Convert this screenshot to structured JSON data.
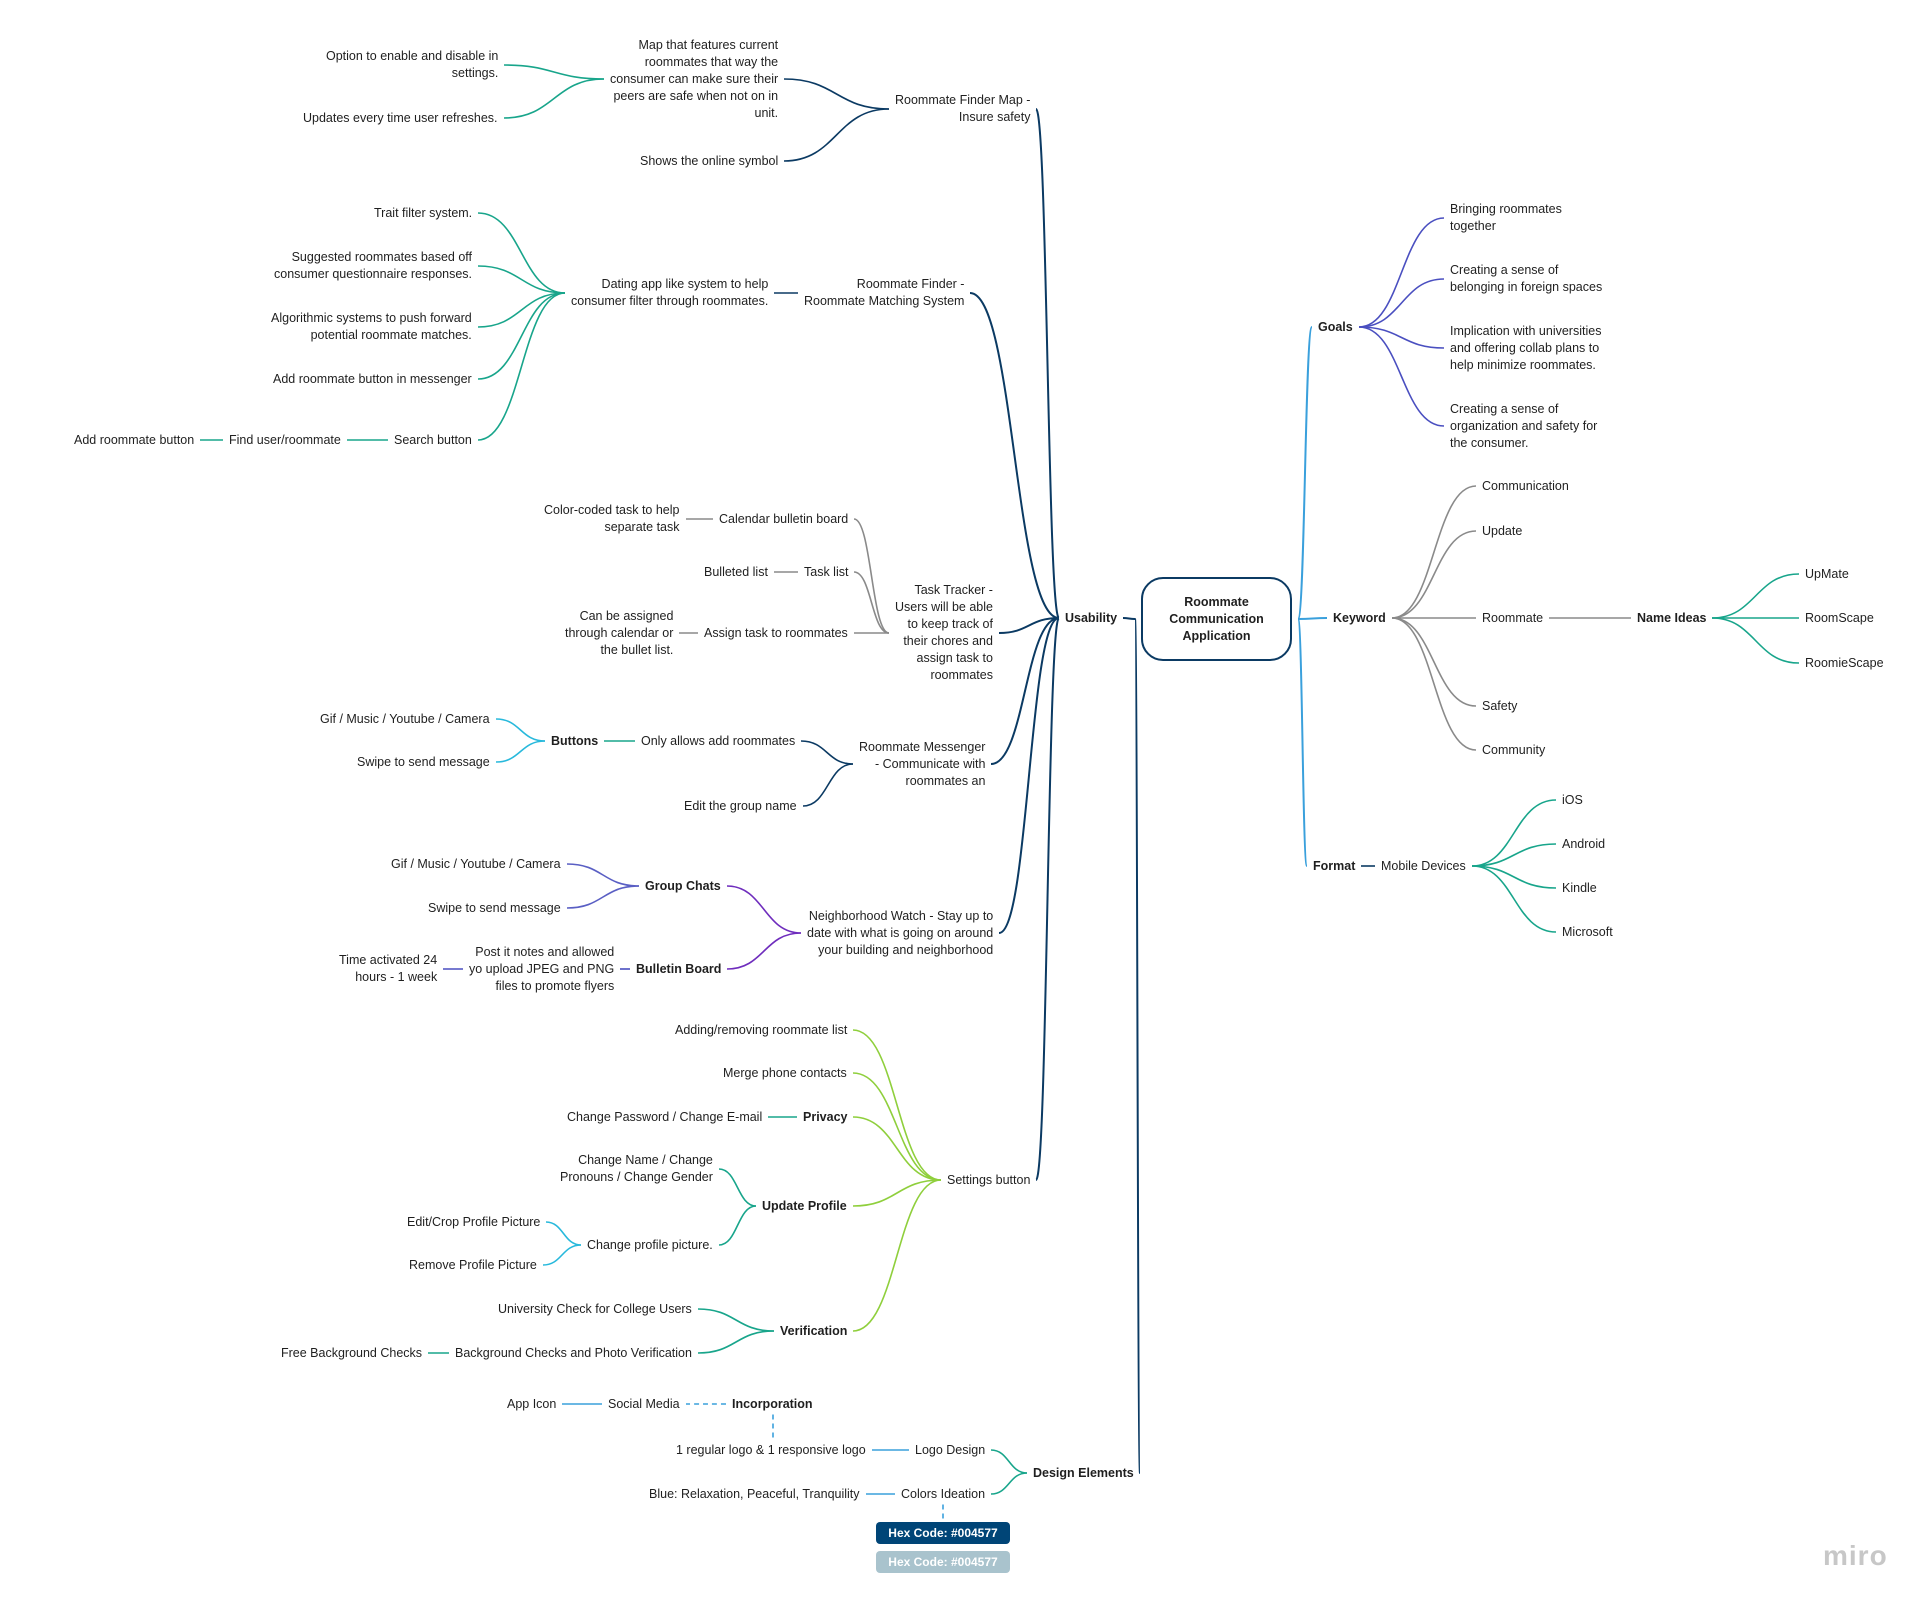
{
  "diagram": {
    "root": {
      "id": "root",
      "label": "Roommate\nCommunication\nApplication"
    },
    "nodes": [
      {
        "id": "usability",
        "label": "Usability",
        "bold": true
      },
      {
        "id": "rfm",
        "label": "Roommate Finder Map -\nInsure safety"
      },
      {
        "id": "rfm_map",
        "label": "Map that features current\nroommates that way the\nconsumer can make sure their\npeers are safe when not on in\nunit."
      },
      {
        "id": "rfm_opt",
        "label": "Option to enable and disable in\nsettings."
      },
      {
        "id": "rfm_upd",
        "label": "Updates every time user refreshes."
      },
      {
        "id": "rfm_online",
        "label": "Shows the online symbol"
      },
      {
        "id": "rfs",
        "label": "Roommate Finder -\nRoommate Matching System"
      },
      {
        "id": "rfs_dating",
        "label": "Dating app like system to help\nconsumer filter through roommates."
      },
      {
        "id": "rfs_trait",
        "label": "Trait filter system."
      },
      {
        "id": "rfs_sugg",
        "label": "Suggested roommates based off\nconsumer questionnaire responses."
      },
      {
        "id": "rfs_algo",
        "label": "Algorithmic systems to push forward\npotential roommate matches."
      },
      {
        "id": "rfs_addmsg",
        "label": "Add roommate button in messenger"
      },
      {
        "id": "rfs_search",
        "label": "Search button"
      },
      {
        "id": "rfs_find",
        "label": "Find user/roommate"
      },
      {
        "id": "rfs_addbtn",
        "label": "Add roommate button"
      },
      {
        "id": "tt",
        "label": "Task Tracker -\nUsers will be able\nto keep track of\ntheir chores and\nassign task to\nroommates"
      },
      {
        "id": "tt_cal",
        "label": "Calendar bulletin board"
      },
      {
        "id": "tt_color",
        "label": "Color-coded task to help\nseparate task"
      },
      {
        "id": "tt_list",
        "label": "Task list"
      },
      {
        "id": "tt_bullet",
        "label": "Bulleted list"
      },
      {
        "id": "tt_assign",
        "label": "Assign task to roommates"
      },
      {
        "id": "tt_can",
        "label": "Can be assigned\nthrough calendar or\nthe bullet list."
      },
      {
        "id": "rm",
        "label": "Roommate Messenger\n- Communicate with\nroommates an"
      },
      {
        "id": "rm_only",
        "label": "Only allows add roommates"
      },
      {
        "id": "rm_buttons",
        "label": "Buttons",
        "bold": true
      },
      {
        "id": "rm_gif",
        "label": "Gif / Music / Youtube / Camera"
      },
      {
        "id": "rm_swipe",
        "label": "Swipe to send message"
      },
      {
        "id": "rm_edit",
        "label": "Edit the group name"
      },
      {
        "id": "nw",
        "label": "Neighborhood Watch - Stay up to\ndate with what is going on around\nyour building and neighborhood"
      },
      {
        "id": "nw_gc",
        "label": "Group Chats",
        "bold": true
      },
      {
        "id": "nw_gif",
        "label": "Gif / Music / Youtube / Camera"
      },
      {
        "id": "nw_swipe",
        "label": "Swipe to send message"
      },
      {
        "id": "nw_bb",
        "label": "Bulletin Board",
        "bold": true
      },
      {
        "id": "nw_post",
        "label": "Post it notes and allowed\nyo upload JPEG and PNG\nfiles to promote flyers"
      },
      {
        "id": "nw_time",
        "label": "Time activated 24\nhours - 1 week"
      },
      {
        "id": "sb",
        "label": "Settings button"
      },
      {
        "id": "sb_add",
        "label": "Adding/removing roommate list"
      },
      {
        "id": "sb_merge",
        "label": "Merge phone contacts"
      },
      {
        "id": "sb_priv",
        "label": "Privacy",
        "bold": true
      },
      {
        "id": "sb_pass",
        "label": "Change Password / Change E-mail"
      },
      {
        "id": "sb_up",
        "label": "Update Profile",
        "bold": true
      },
      {
        "id": "sb_name",
        "label": "Change Name / Change\nPronouns / Change Gender"
      },
      {
        "id": "sb_pic",
        "label": "Change profile picture."
      },
      {
        "id": "sb_edit",
        "label": "Edit/Crop Profile Picture"
      },
      {
        "id": "sb_remove",
        "label": "Remove Profile Picture"
      },
      {
        "id": "sb_ver",
        "label": "Verification",
        "bold": true
      },
      {
        "id": "sb_univ",
        "label": "University Check for College Users"
      },
      {
        "id": "sb_bg",
        "label": "Background Checks and Photo Verification"
      },
      {
        "id": "sb_free",
        "label": "Free Background Checks"
      },
      {
        "id": "de",
        "label": "Design Elements",
        "bold": true
      },
      {
        "id": "de_logo",
        "label": "Logo Design"
      },
      {
        "id": "de_logos",
        "label": "1 regular logo & 1 responsive logo"
      },
      {
        "id": "de_colors",
        "label": "Colors Ideation"
      },
      {
        "id": "de_blue",
        "label": "Blue: Relaxation, Peaceful, Tranquility"
      },
      {
        "id": "de_inc",
        "label": "Incorporation",
        "bold": true
      },
      {
        "id": "de_social",
        "label": "Social Media"
      },
      {
        "id": "de_icon",
        "label": "App Icon"
      },
      {
        "id": "goals",
        "label": "Goals",
        "bold": true
      },
      {
        "id": "g1",
        "label": "Bringing roommates\ntogether"
      },
      {
        "id": "g2",
        "label": "Creating a sense of\nbelonging in foreign spaces"
      },
      {
        "id": "g3",
        "label": "Implication with universities\nand offering collab plans to\nhelp minimize roommates."
      },
      {
        "id": "g4",
        "label": "Creating a sense of\norganization and safety for\nthe consumer."
      },
      {
        "id": "kw",
        "label": "Keyword",
        "bold": true
      },
      {
        "id": "k1",
        "label": "Communication"
      },
      {
        "id": "k2",
        "label": "Update"
      },
      {
        "id": "k3",
        "label": "Roommate"
      },
      {
        "id": "k4",
        "label": "Safety"
      },
      {
        "id": "k5",
        "label": "Community"
      },
      {
        "id": "ni",
        "label": "Name Ideas",
        "bold": true
      },
      {
        "id": "n1",
        "label": "UpMate"
      },
      {
        "id": "n2",
        "label": "RoomScape"
      },
      {
        "id": "n3",
        "label": "RoomieScape"
      },
      {
        "id": "fmt",
        "label": "Format",
        "bold": true
      },
      {
        "id": "fmt_mobile",
        "label": "Mobile Devices"
      },
      {
        "id": "f1",
        "label": "iOS"
      },
      {
        "id": "f2",
        "label": "Android"
      },
      {
        "id": "f3",
        "label": "Kindle"
      },
      {
        "id": "f4",
        "label": "Microsoft"
      }
    ],
    "edges": [
      [
        "root",
        "usability"
      ],
      [
        "root",
        "de"
      ],
      [
        "root",
        "goals"
      ],
      [
        "root",
        "kw"
      ],
      [
        "root",
        "fmt"
      ],
      [
        "usability",
        "rfm"
      ],
      [
        "usability",
        "rfs"
      ],
      [
        "usability",
        "tt"
      ],
      [
        "usability",
        "rm"
      ],
      [
        "usability",
        "nw"
      ],
      [
        "usability",
        "sb"
      ],
      [
        "rfm",
        "rfm_map"
      ],
      [
        "rfm",
        "rfm_online"
      ],
      [
        "rfm_map",
        "rfm_opt"
      ],
      [
        "rfm_map",
        "rfm_upd"
      ],
      [
        "rfs",
        "rfs_dating"
      ],
      [
        "rfs_dating",
        "rfs_trait"
      ],
      [
        "rfs_dating",
        "rfs_sugg"
      ],
      [
        "rfs_dating",
        "rfs_algo"
      ],
      [
        "rfs_dating",
        "rfs_addmsg"
      ],
      [
        "rfs_dating",
        "rfs_search"
      ],
      [
        "rfs_search",
        "rfs_find"
      ],
      [
        "rfs_find",
        "rfs_addbtn"
      ],
      [
        "tt",
        "tt_cal"
      ],
      [
        "tt",
        "tt_list"
      ],
      [
        "tt",
        "tt_assign"
      ],
      [
        "tt_cal",
        "tt_color"
      ],
      [
        "tt_list",
        "tt_bullet"
      ],
      [
        "tt_assign",
        "tt_can"
      ],
      [
        "rm",
        "rm_only"
      ],
      [
        "rm",
        "rm_edit"
      ],
      [
        "rm_only",
        "rm_buttons"
      ],
      [
        "rm_buttons",
        "rm_gif"
      ],
      [
        "rm_buttons",
        "rm_swipe"
      ],
      [
        "nw",
        "nw_gc"
      ],
      [
        "nw",
        "nw_bb"
      ],
      [
        "nw_gc",
        "nw_gif"
      ],
      [
        "nw_gc",
        "nw_swipe"
      ],
      [
        "nw_bb",
        "nw_post"
      ],
      [
        "nw_post",
        "nw_time"
      ],
      [
        "sb",
        "sb_add"
      ],
      [
        "sb",
        "sb_merge"
      ],
      [
        "sb",
        "sb_priv"
      ],
      [
        "sb",
        "sb_up"
      ],
      [
        "sb",
        "sb_ver"
      ],
      [
        "sb_priv",
        "sb_pass"
      ],
      [
        "sb_up",
        "sb_name"
      ],
      [
        "sb_up",
        "sb_pic"
      ],
      [
        "sb_pic",
        "sb_edit"
      ],
      [
        "sb_pic",
        "sb_remove"
      ],
      [
        "sb_ver",
        "sb_univ"
      ],
      [
        "sb_ver",
        "sb_bg"
      ],
      [
        "sb_bg",
        "sb_free"
      ],
      [
        "de",
        "de_logo"
      ],
      [
        "de",
        "de_colors"
      ],
      [
        "de_logo",
        "de_logos"
      ],
      [
        "de_colors",
        "de_blue"
      ],
      [
        "de_inc",
        "de_social"
      ],
      [
        "de_social",
        "de_icon"
      ],
      [
        "de_inc",
        "de_logos"
      ],
      [
        "goals",
        "g1"
      ],
      [
        "goals",
        "g2"
      ],
      [
        "goals",
        "g3"
      ],
      [
        "goals",
        "g4"
      ],
      [
        "kw",
        "k1"
      ],
      [
        "kw",
        "k2"
      ],
      [
        "kw",
        "k3"
      ],
      [
        "kw",
        "k4"
      ],
      [
        "kw",
        "k5"
      ],
      [
        "k3",
        "ni"
      ],
      [
        "ni",
        "n1"
      ],
      [
        "ni",
        "n2"
      ],
      [
        "ni",
        "n3"
      ],
      [
        "fmt",
        "fmt_mobile"
      ],
      [
        "fmt_mobile",
        "f1"
      ],
      [
        "fmt_mobile",
        "f2"
      ],
      [
        "fmt_mobile",
        "f3"
      ],
      [
        "fmt_mobile",
        "f4"
      ]
    ]
  },
  "hex_codes": {
    "dark": "Hex Code: #004577",
    "light": "Hex Code: #004577"
  },
  "colors": {
    "navy": "#0b3a63",
    "teal": "#18a58b",
    "gray": "#8a8a8a",
    "cyan": "#28b9dc",
    "indigo": "#5a5fc4",
    "purple": "#6f2dbd",
    "lime": "#8fcf3c",
    "sky": "#3aa0dc",
    "violet": "#4a4fc0",
    "hex_dark": "#004577",
    "hex_light": "#a9c3cd"
  },
  "brand": "miro"
}
